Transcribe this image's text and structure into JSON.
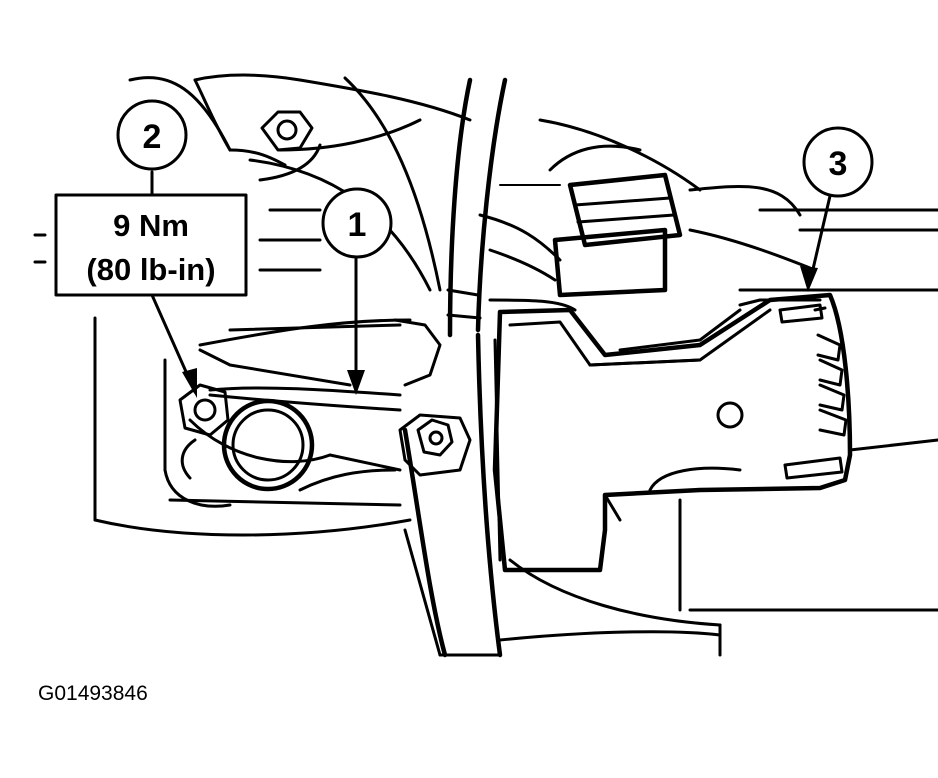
{
  "callouts": [
    {
      "id": "1",
      "label": "1"
    },
    {
      "id": "2",
      "label": "2"
    },
    {
      "id": "3",
      "label": "3"
    }
  ],
  "torque_spec": {
    "metric": "9 Nm",
    "imperial": "(80 lb-in)"
  },
  "figure_code": "G01493846",
  "colors": {
    "line": "#000000",
    "background": "#ffffff"
  }
}
